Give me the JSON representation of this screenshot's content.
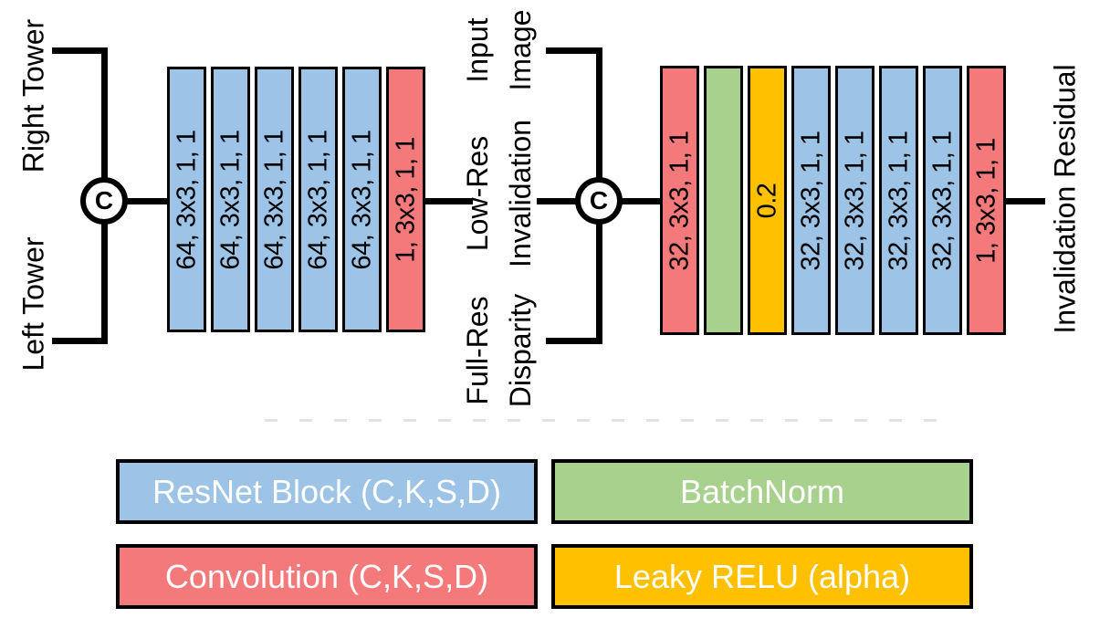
{
  "diagram": {
    "left_module": {
      "input_top": "Right Tower",
      "input_bottom": "Left Tower",
      "concat": "C",
      "layers": [
        {
          "type": "resnet",
          "label": "64, 3x3, 1, 1"
        },
        {
          "type": "resnet",
          "label": "64, 3x3, 1, 1"
        },
        {
          "type": "resnet",
          "label": "64, 3x3, 1, 1"
        },
        {
          "type": "resnet",
          "label": "64, 3x3, 1, 1"
        },
        {
          "type": "resnet",
          "label": "64, 3x3, 1, 1"
        },
        {
          "type": "conv",
          "label": "1, 3x3, 1, 1"
        }
      ]
    },
    "middle_inputs": {
      "top": {
        "line1": "Input",
        "line2": "Image"
      },
      "middle": {
        "line1": "Low-Res",
        "line2": "Invalidation"
      },
      "bottom": {
        "line1": "Full-Res",
        "line2": "Disparity"
      }
    },
    "right_module": {
      "concat": "C",
      "layers": [
        {
          "type": "conv",
          "label": "32, 3x3, 1, 1"
        },
        {
          "type": "batchnorm",
          "label": ""
        },
        {
          "type": "leakyrelu",
          "label": "0.2"
        },
        {
          "type": "resnet",
          "label": "32, 3x3, 1, 1"
        },
        {
          "type": "resnet",
          "label": "32, 3x3, 1, 1"
        },
        {
          "type": "resnet",
          "label": "32, 3x3, 1, 1"
        },
        {
          "type": "resnet",
          "label": "32, 3x3, 1, 1"
        },
        {
          "type": "conv",
          "label": "1, 3x3, 1, 1"
        }
      ],
      "output": "Invalidation Residual"
    }
  },
  "legend": {
    "items": [
      {
        "label": "ResNet Block (C,K,S,D)",
        "type": "resnet",
        "color": "#9DC3E6"
      },
      {
        "label": "BatchNorm",
        "type": "batchnorm",
        "color": "#A9D18E"
      },
      {
        "label": "Convolution (C,K,S,D)",
        "type": "conv",
        "color": "#F4797B"
      },
      {
        "label": "Leaky RELU (alpha)",
        "type": "leakyrelu",
        "color": "#FFC000"
      }
    ]
  },
  "colors": {
    "resnet_block": "#9DC3E6",
    "convolution": "#F4797B",
    "batchnorm": "#A9D18E",
    "leaky_relu": "#FFC000",
    "lines": "#000000",
    "background": "#FFFFFF"
  }
}
